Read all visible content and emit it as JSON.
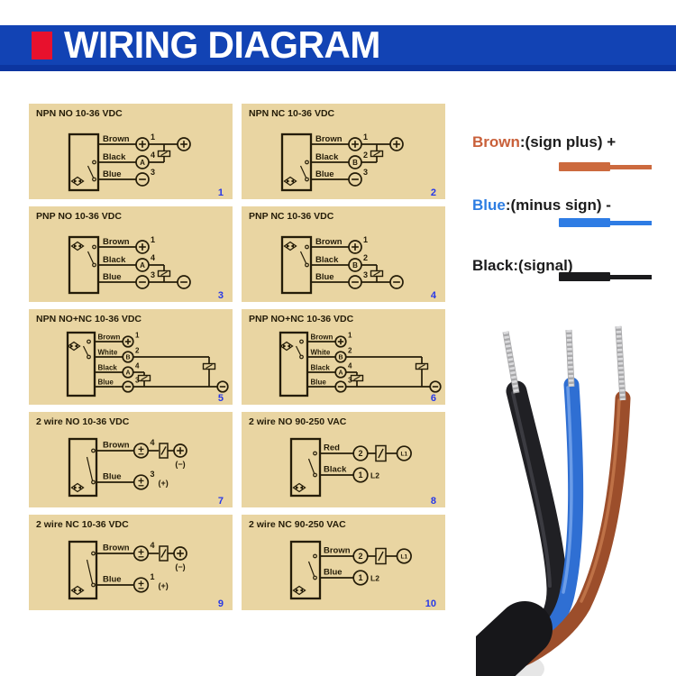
{
  "header": {
    "title": "WIRING DIAGRAM"
  },
  "colors": {
    "header_bar": "#1243b4",
    "header_bar_shadow": "#0c35a0",
    "accent_red": "#e8112d",
    "panel_bg": "#e9d5a2",
    "ink": "#241c08",
    "panel_number": "#2738e8"
  },
  "panels": [
    {
      "title": "NPN NO 10-36 VDC",
      "number": "1",
      "type": "npn3",
      "far": "+",
      "wires": [
        {
          "label": "Brown",
          "term": "+",
          "pin": "1"
        },
        {
          "label": "Black",
          "term": "A",
          "pin": "4"
        },
        {
          "label": "Blue",
          "term": "−",
          "pin": "3"
        }
      ]
    },
    {
      "title": "NPN NC 10-36 VDC",
      "number": "2",
      "type": "npn3",
      "far": "+",
      "wires": [
        {
          "label": "Brown",
          "term": "+",
          "pin": "1"
        },
        {
          "label": "Black",
          "term": "B",
          "pin": "2"
        },
        {
          "label": "Blue",
          "term": "−",
          "pin": "3"
        }
      ]
    },
    {
      "title": "PNP NO 10-36 VDC",
      "number": "3",
      "type": "pnp3",
      "far": "−",
      "wires": [
        {
          "label": "Brown",
          "term": "+",
          "pin": "1"
        },
        {
          "label": "Black",
          "term": "A",
          "pin": "4"
        },
        {
          "label": "Blue",
          "term": "−",
          "pin": "3"
        }
      ]
    },
    {
      "title": "PNP NC 10-36 VDC",
      "number": "4",
      "type": "pnp3",
      "far": "−",
      "wires": [
        {
          "label": "Brown",
          "term": "+",
          "pin": "1"
        },
        {
          "label": "Black",
          "term": "B",
          "pin": "2"
        },
        {
          "label": "Blue",
          "term": "−",
          "pin": "3"
        }
      ]
    },
    {
      "title": "NPN NO+NC 10-36 VDC",
      "number": "5",
      "type": "four",
      "far": "−",
      "wires": [
        {
          "label": "Brown",
          "term": "+",
          "pin": "1"
        },
        {
          "label": "White",
          "term": "B",
          "pin": "2"
        },
        {
          "label": "Black",
          "term": "A",
          "pin": "4"
        },
        {
          "label": "Blue",
          "term": "−",
          "pin": "3"
        }
      ]
    },
    {
      "title": "PNP NO+NC 10-36 VDC",
      "number": "6",
      "type": "four",
      "far": "−",
      "wires": [
        {
          "label": "Brown",
          "term": "+",
          "pin": "1"
        },
        {
          "label": "White",
          "term": "B",
          "pin": "2"
        },
        {
          "label": "Black",
          "term": "A",
          "pin": "4"
        },
        {
          "label": "Blue",
          "term": "−",
          "pin": "3"
        }
      ]
    },
    {
      "title": "2 wire NO 10-36 VDC",
      "number": "7",
      "type": "dc2",
      "far": "+",
      "wires": [
        {
          "label": "Brown",
          "term": "±",
          "pin": "4",
          "note": "(−)"
        },
        {
          "label": "Blue",
          "term": "±",
          "pin": "3",
          "note": "(+)"
        }
      ]
    },
    {
      "title": "2 wire NO 90-250 VAC",
      "number": "8",
      "type": "ac2",
      "far": "L1",
      "wires": [
        {
          "label": "Red",
          "term": "2",
          "pin": "",
          "note": ""
        },
        {
          "label": "Black",
          "term": "1",
          "pin": "",
          "note": "L2"
        }
      ]
    },
    {
      "title": "2 wire NC 10-36 VDC",
      "number": "9",
      "type": "dc2",
      "far": "+",
      "wires": [
        {
          "label": "Brown",
          "term": "±",
          "pin": "4",
          "note": "(−)"
        },
        {
          "label": "Blue",
          "term": "±",
          "pin": "1",
          "note": "(+)"
        }
      ]
    },
    {
      "title": "2 wire NC 90-250 VAC",
      "number": "10",
      "type": "ac2",
      "far": "L1",
      "wires": [
        {
          "label": "Brown",
          "term": "2",
          "pin": "",
          "note": ""
        },
        {
          "label": "Blue",
          "term": "1",
          "pin": "",
          "note": "L2"
        }
      ]
    }
  ],
  "legend": {
    "items": [
      {
        "name": "Brown",
        "desc": ":(sign plus) +",
        "color": "#c9603a",
        "wire": "#cc6a3e"
      },
      {
        "name": "Blue",
        "desc": ":(minus sign) -",
        "color": "#2d7de2",
        "wire": "#2e7ce4"
      },
      {
        "name": "Black",
        "desc": ":(signal)",
        "color": "#1b1b1d",
        "wire": "#1b1b1d"
      }
    ]
  },
  "photo": {
    "colors": {
      "jacket": "#17171a",
      "black": "#202024",
      "black_hi": "#4a4a52",
      "blue": "#2f6fd3",
      "blue_hi": "#7aa8ec",
      "brown": "#9c4e2b",
      "brown_hi": "#c77b4e",
      "tip": "#a9a9ab",
      "tip_hi": "#dcdcde"
    }
  }
}
